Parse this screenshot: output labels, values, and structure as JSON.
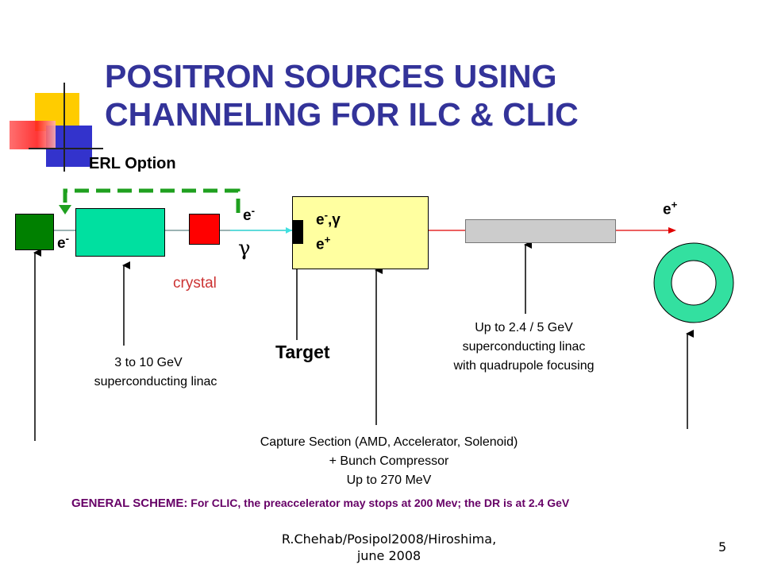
{
  "slide": {
    "title_line1": "POSITRON SOURCES USING",
    "title_line2": "CHANNELING FOR ILC & CLIC",
    "page_number": "5"
  },
  "diagram": {
    "erl_option": "ERL Option",
    "beam_label_source": "e-",
    "beam_label_gamma_top": "e-",
    "gamma_symbol": "γ",
    "target_label_top": "e-,γ",
    "target_label_bottom": "e+",
    "positron_label": "e+",
    "crystal_label": "crystal",
    "target_caption": "Target",
    "linac_line1": "3  to 10 GeV",
    "linac_line2": "superconducting linac",
    "positron_linac_line1": "Up to 2.4 / 5 GeV",
    "positron_linac_line2": "superconducting linac",
    "positron_linac_line3": "with quadrupole focusing",
    "capture_line1": "Capture Section (AMD, Accelerator, Solenoid)",
    "capture_line2": "+ Bunch Compressor",
    "capture_line3": "Up to 270 MeV"
  },
  "footer": {
    "general_lead": "GENERAL SCHEME:",
    "general_text": " For CLIC, the preaccelerator may stops at 200 Mev;  the DR is at 2.4 GeV",
    "credit_line1": "R.Chehab/Posipol2008/Hiroshima,",
    "credit_line2": "june 2008"
  },
  "colors": {
    "title": "#333399",
    "source_block": "#008000",
    "linac": "#00E0A0",
    "crystal": "#FF0000",
    "capture": "#FFFFA0",
    "positron_linac": "#CCCCCC",
    "damping_ring": "#33E0A0",
    "erl_path": "#1FA01F",
    "footer_note": "#660066",
    "beam_red": "#E00000",
    "beam_cyan": "#40E0E0"
  }
}
